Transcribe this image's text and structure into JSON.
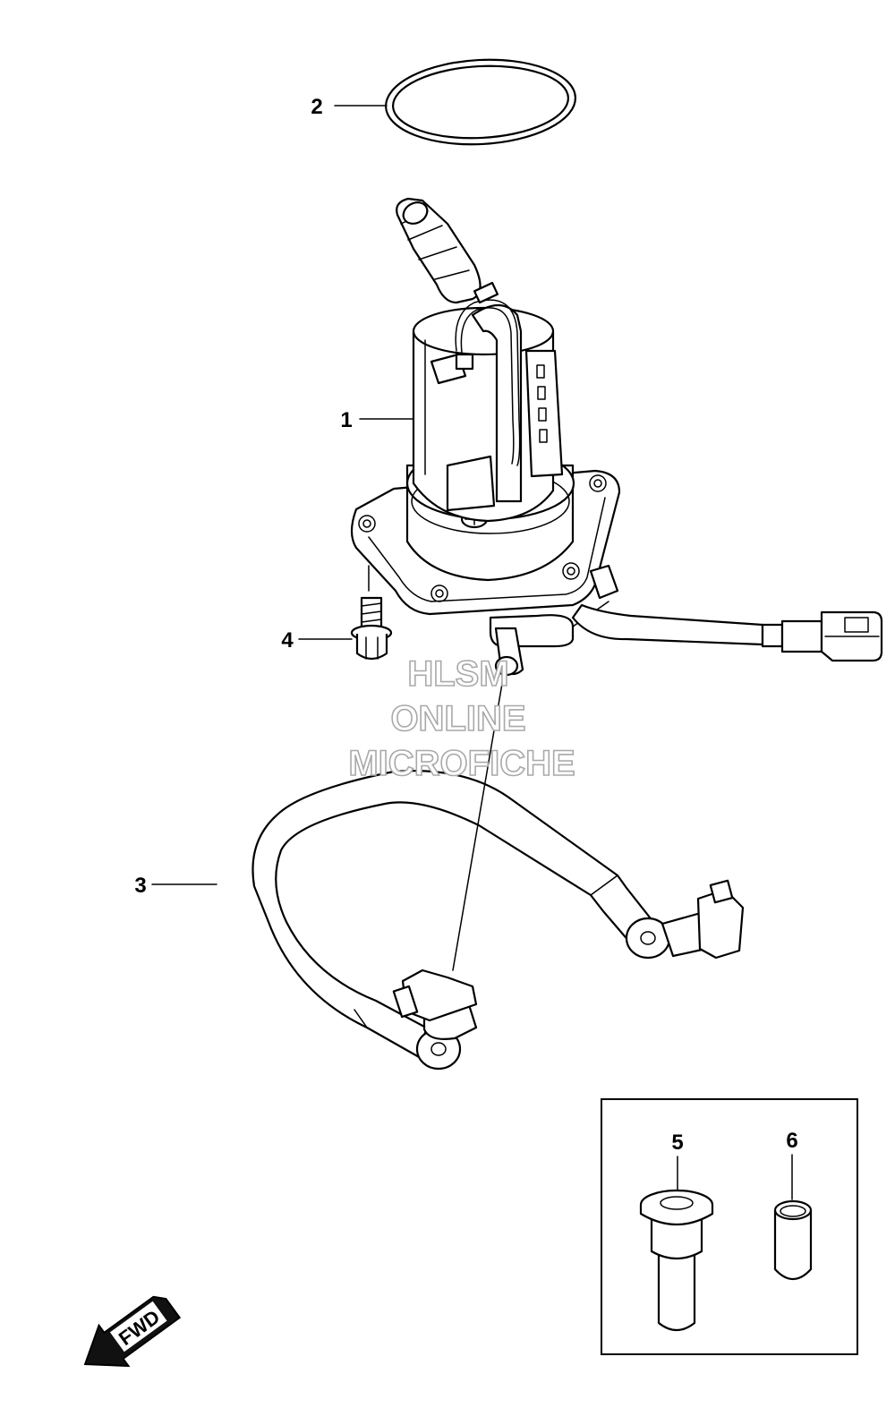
{
  "parts": [
    {
      "number": "1"
    },
    {
      "number": "2"
    },
    {
      "number": "3"
    },
    {
      "number": "4"
    },
    {
      "number": "5"
    },
    {
      "number": "6"
    }
  ],
  "watermark": {
    "line1": "HLSM",
    "line2": "ONLINE",
    "line3": "MICROFICHE"
  },
  "direction_badge": {
    "label": "FWD"
  }
}
